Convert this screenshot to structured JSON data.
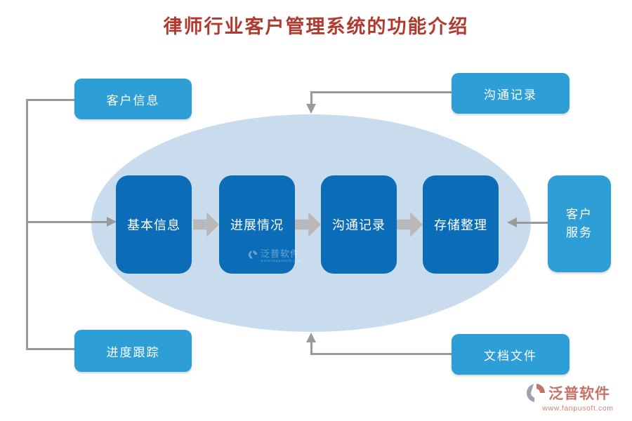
{
  "title": "律师行业客户管理系统的功能介绍",
  "outer_nodes": {
    "top_left": {
      "label": "客户信息"
    },
    "top_right": {
      "label": "沟通记录"
    },
    "bottom_left": {
      "label": "进度跟踪"
    },
    "bottom_right": {
      "label": "文档文件"
    },
    "right": {
      "line1": "客户",
      "line2": "服务"
    }
  },
  "flow": {
    "steps": [
      {
        "label": "基本信息"
      },
      {
        "label": "进展情况"
      },
      {
        "label": "沟通记录"
      },
      {
        "label": "存储整理"
      }
    ]
  },
  "watermark": {
    "text": "泛普软件"
  },
  "brand": {
    "name": "泛普软件",
    "website": "www.fanpusoft.com"
  },
  "colors": {
    "title": "#B03A30",
    "outer_box": "#2E9FD6",
    "flow_box": "#0B6DB7",
    "ellipse": "#C9DCEE",
    "connector": "#9A9A9A",
    "block_arrow": "#B8B8B8",
    "brand": "#C4736B"
  }
}
